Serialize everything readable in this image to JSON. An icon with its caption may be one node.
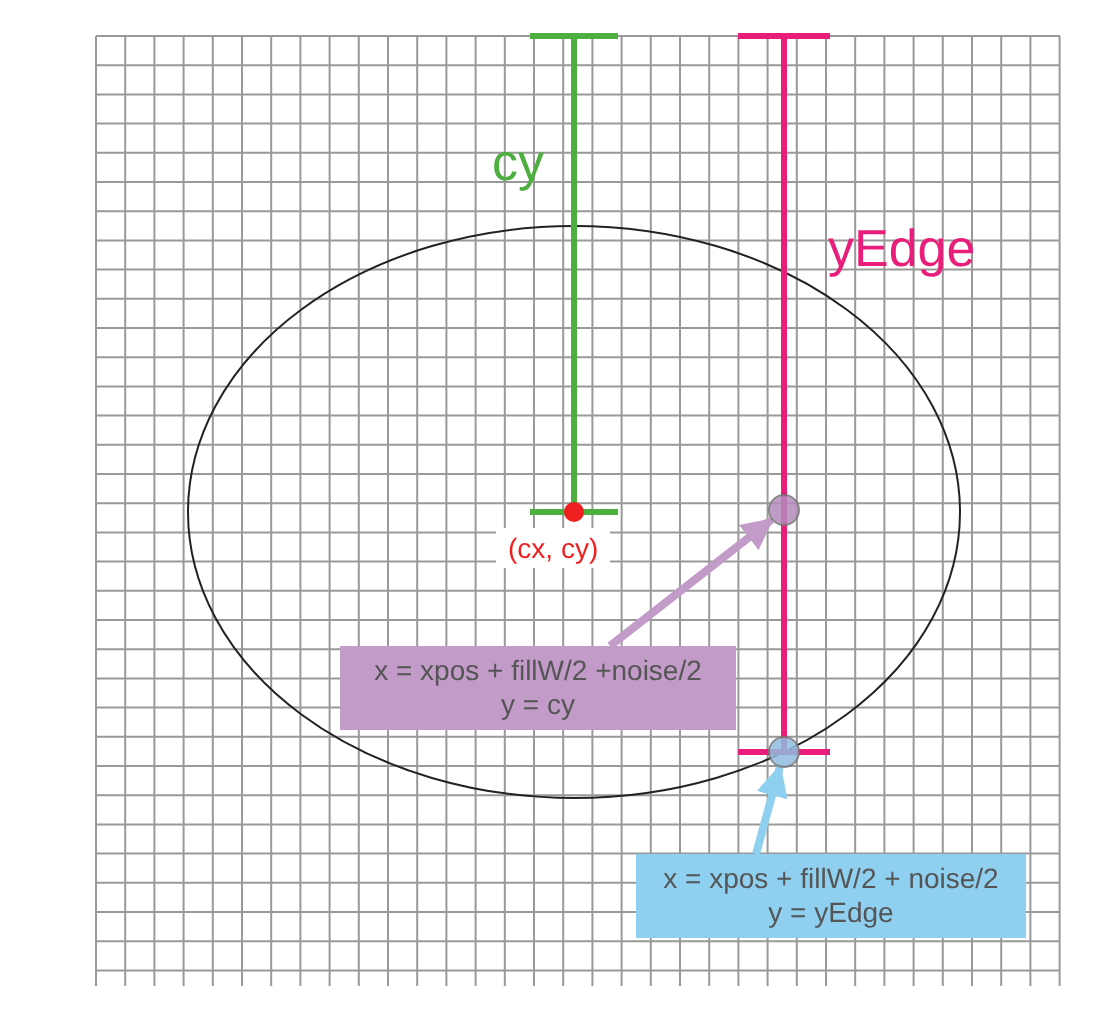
{
  "diagram": {
    "nodes": [
      {
        "text": [
          "x = xpos + fillW/2 +noise/2",
          "y = cy"
        ]
      },
      {
        "text": [],
        "shape": "circle"
      },
      {
        "text": [
          "x = xpos + fillW/2 + noise/2",
          "y = yEdge"
        ]
      },
      {
        "text": [],
        "shape": "circle"
      }
    ],
    "edges": [
      {
        "from": 0,
        "to": 1,
        "arrow": "to",
        "color": "#c39bc9"
      },
      {
        "from": 2,
        "to": 3,
        "arrow": "to",
        "color": "#8fd0f0"
      }
    ],
    "labels": [
      "cy",
      "yEdge",
      "(cx, cy)"
    ]
  }
}
